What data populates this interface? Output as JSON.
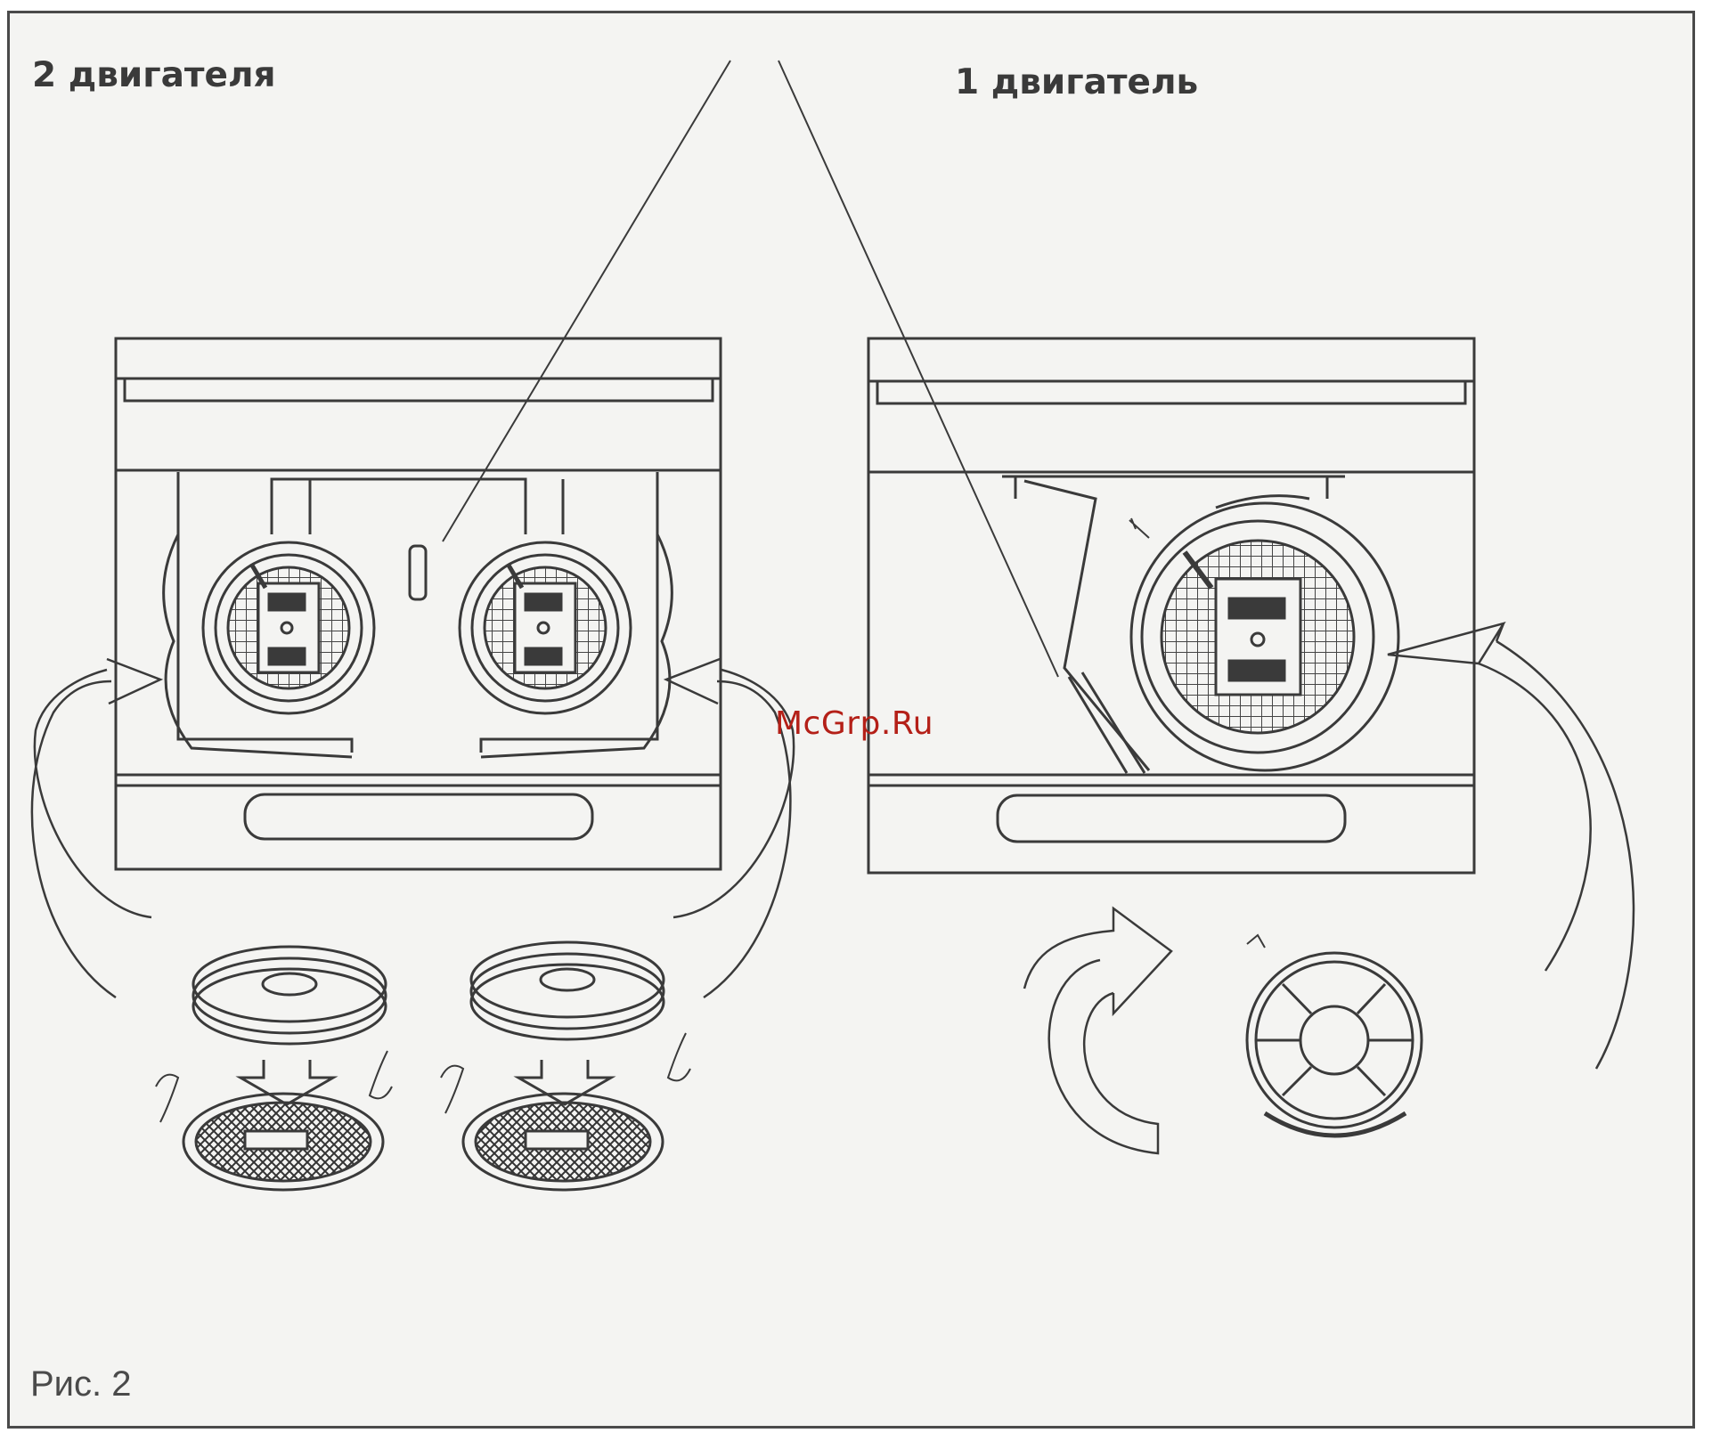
{
  "labels": {
    "left_title": "2 двигателя",
    "right_title": "1 двигатель",
    "watermark": "McGrp.Ru",
    "caption": "Рис. 2"
  },
  "colors": {
    "background": "#f4f4f2",
    "line": "#3a3a3a",
    "watermark": "#b42018"
  }
}
